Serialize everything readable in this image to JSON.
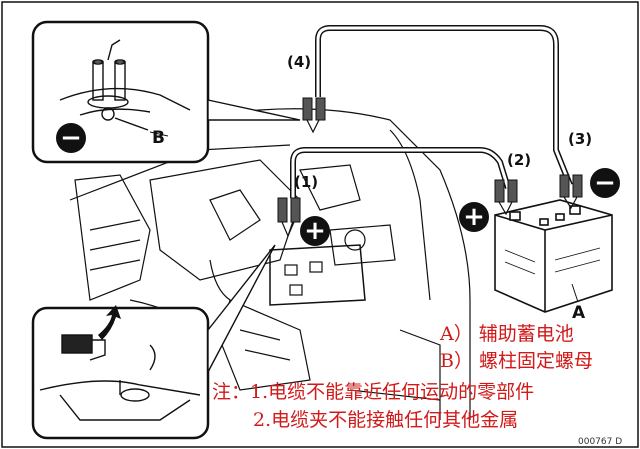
{
  "diagram": {
    "cable_labels": [
      "(1)",
      "(2)",
      "(3)",
      "(4)"
    ],
    "part_labels": {
      "battery": "A",
      "post_nut": "B"
    },
    "polarity": {
      "positive": "+",
      "negative": "−"
    },
    "notes": {
      "line_a": "A） 辅助蓄电池",
      "line_b": "B） 螺柱固定螺母",
      "line_c": "注：1.电缆不能靠近任何运动的零部件",
      "line_d": "2.电缆夹不能接触任何其他金属"
    },
    "figure_code": "000767 D",
    "colors": {
      "note_text": "#d11a1a",
      "line_art": "#111111",
      "background": "#ffffff"
    },
    "icons": [
      "plus-icon",
      "minus-icon",
      "arrow-up-icon"
    ]
  }
}
